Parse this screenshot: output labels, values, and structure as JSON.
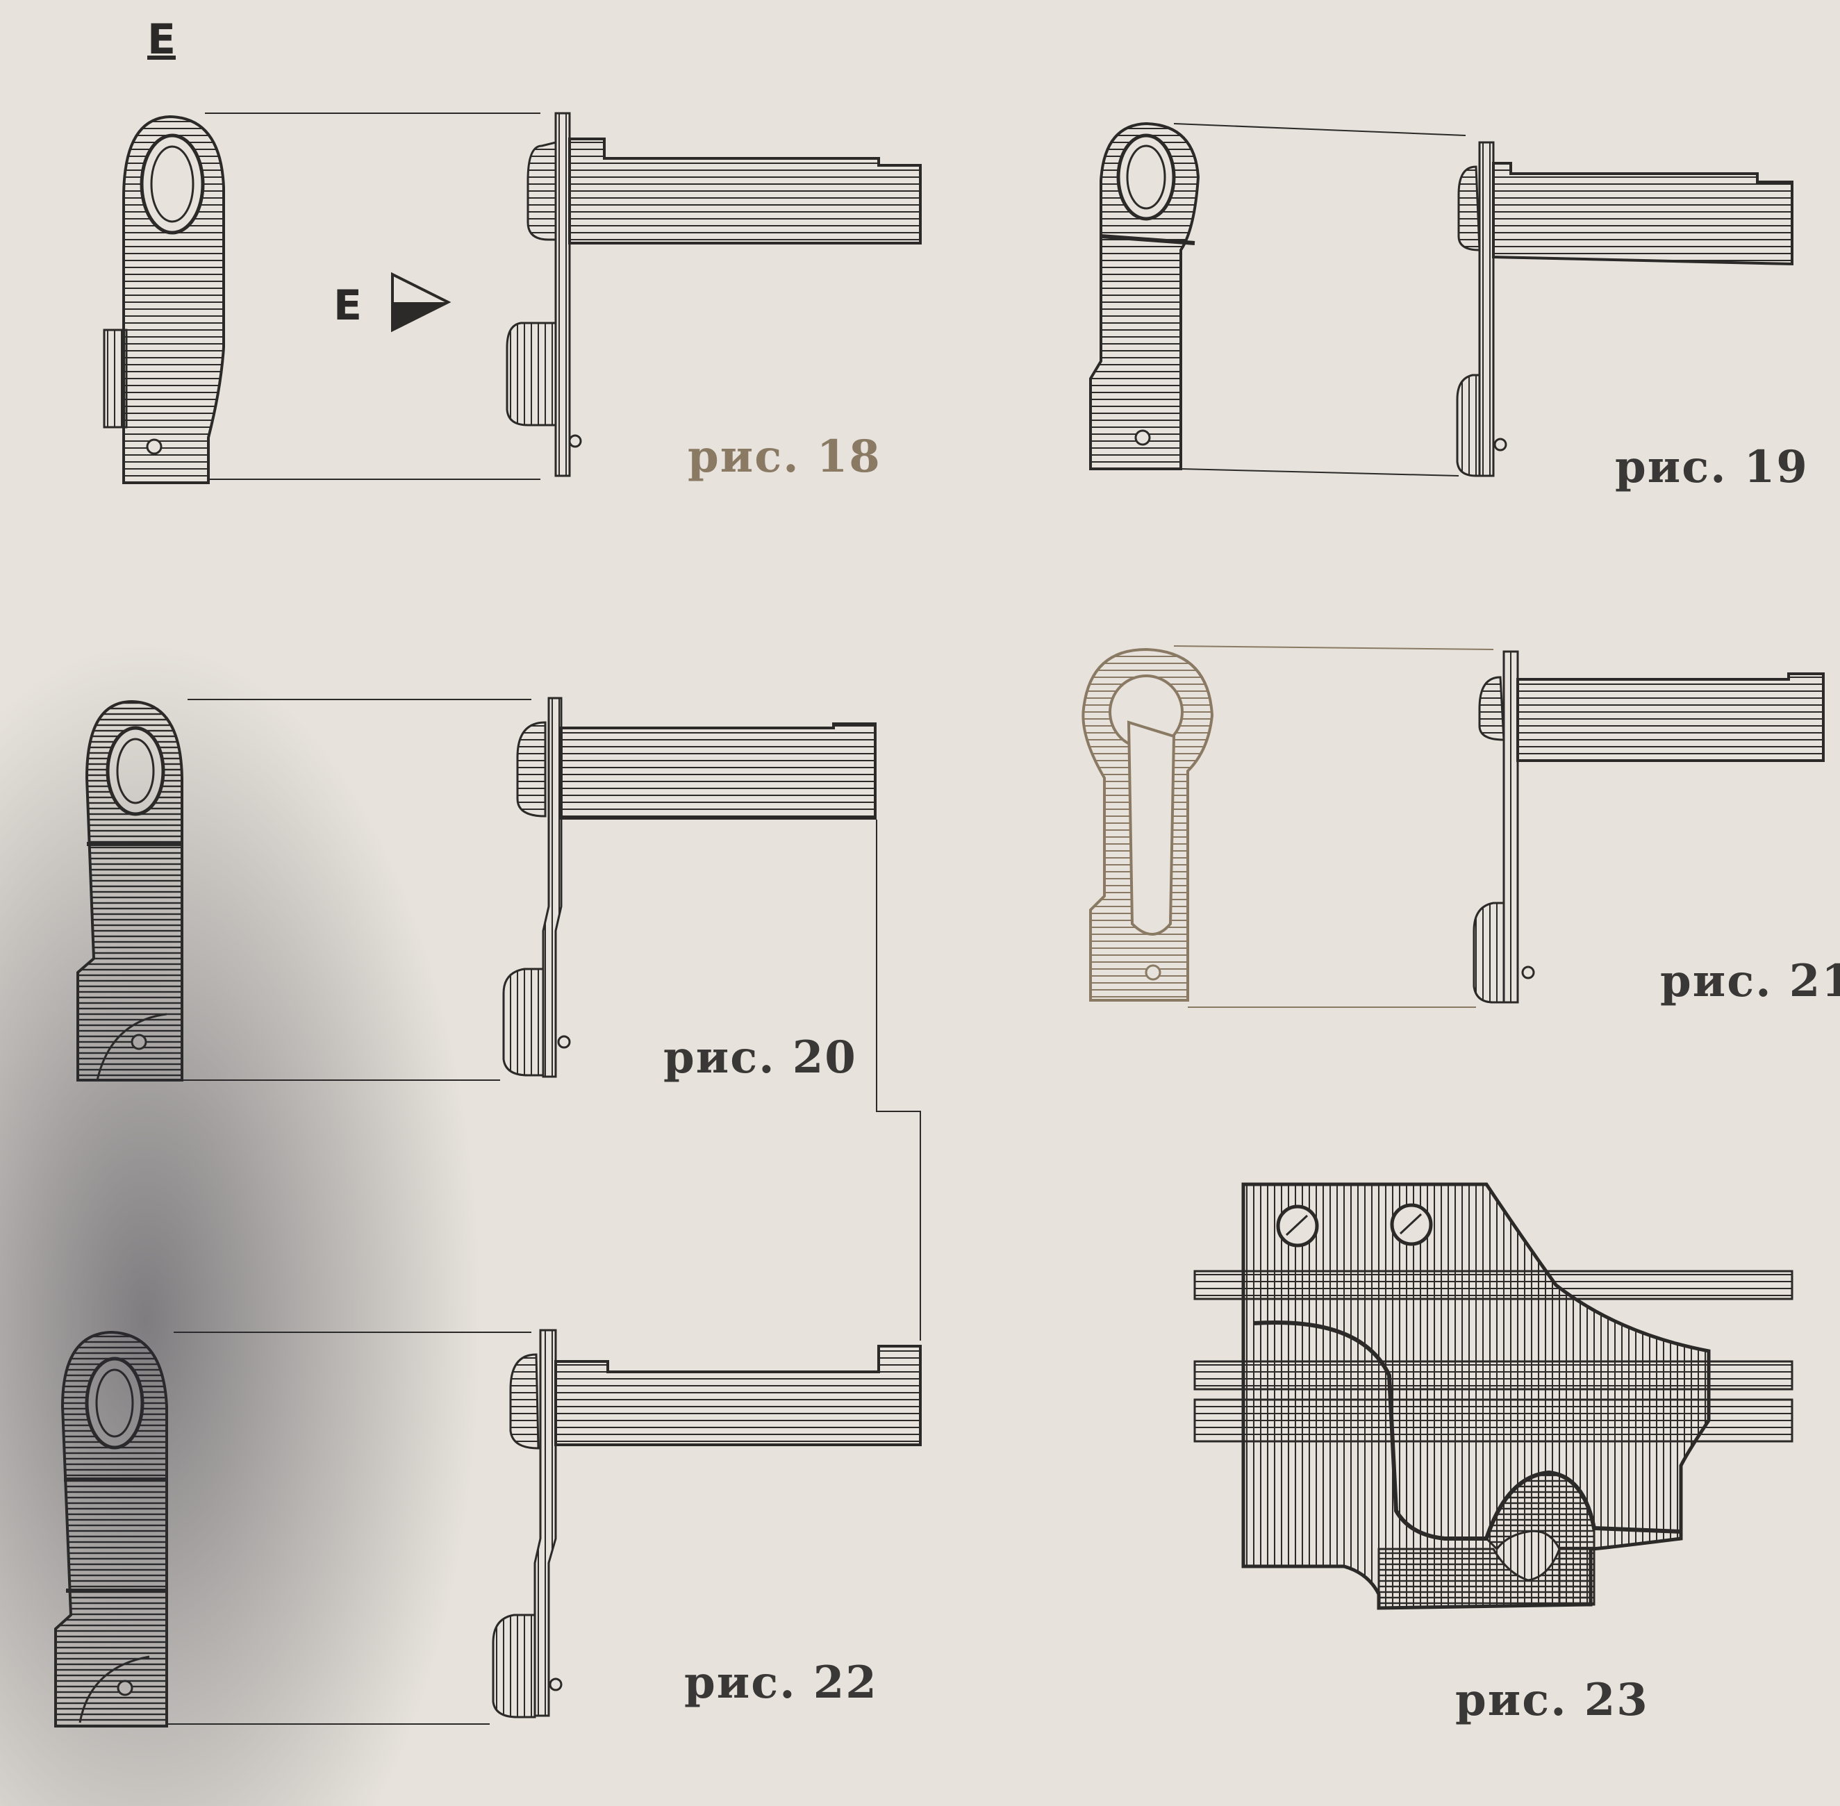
{
  "markers": {
    "section_label": "E",
    "arrow_label": "E"
  },
  "figures": [
    {
      "id": "fig18",
      "caption": "рис. 18"
    },
    {
      "id": "fig19",
      "caption": "рис. 19"
    },
    {
      "id": "fig20",
      "caption": "рис. 20"
    },
    {
      "id": "fig21",
      "caption": "рис. 21"
    },
    {
      "id": "fig22",
      "caption": "рис. 22"
    },
    {
      "id": "fig23",
      "caption": "рис. 23"
    }
  ],
  "colors": {
    "paper": "#e7e3dc",
    "ink": "#2b2a28",
    "faded_ink": "#8a7a64"
  }
}
